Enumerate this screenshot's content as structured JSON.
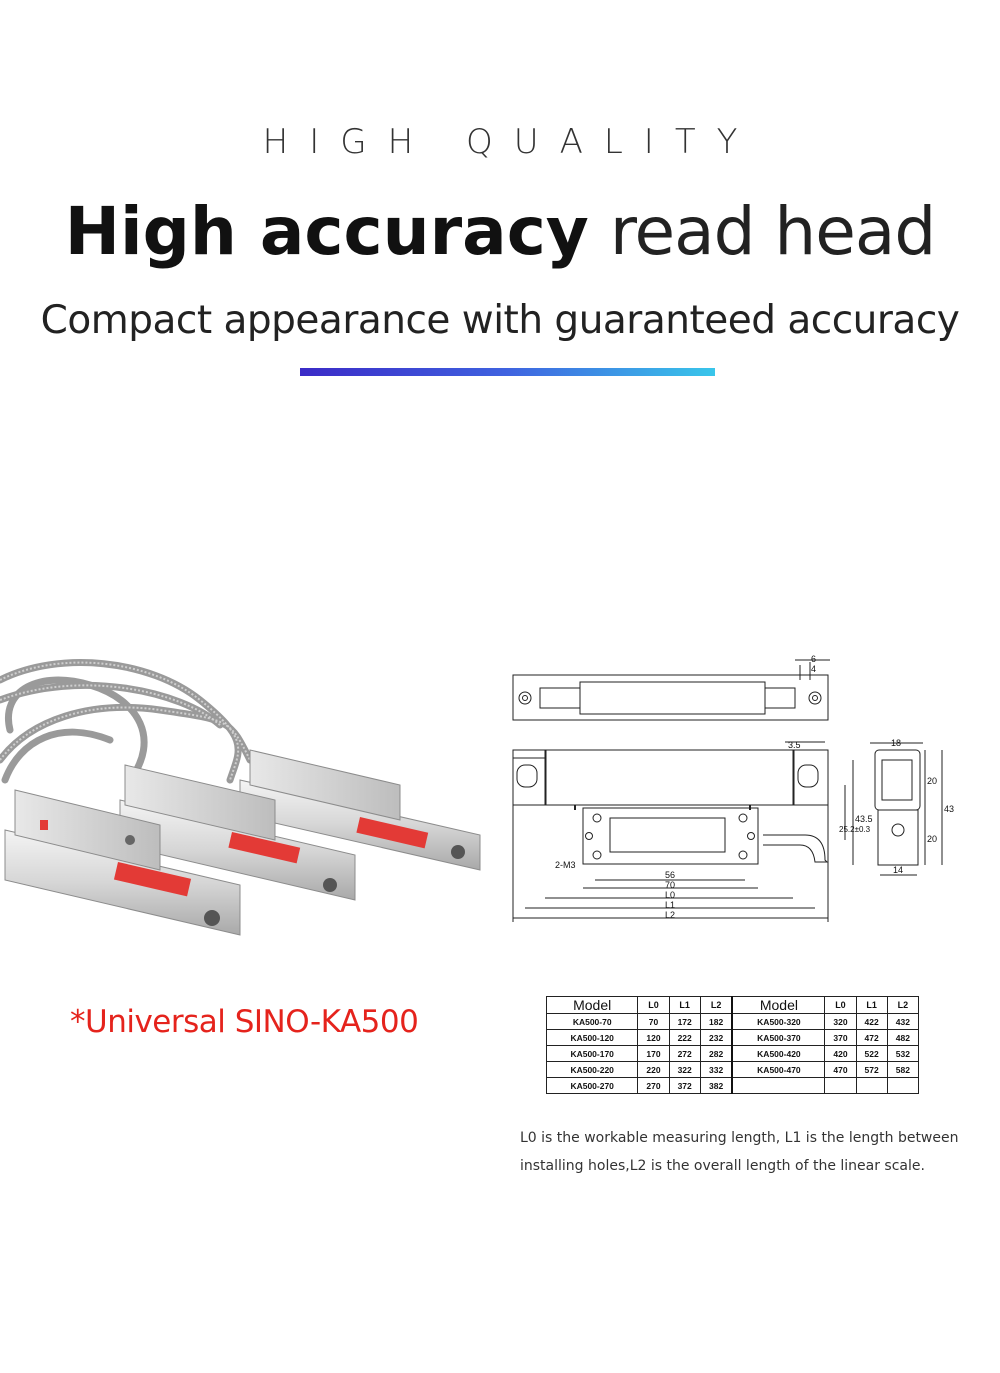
{
  "hero": {
    "kicker": "HIGH QUALITY",
    "title_bold": "High accuracy",
    "title_light": "read head",
    "subtitle": "Compact appearance with guaranteed accuracy"
  },
  "colors": {
    "accent_gradient": [
      "#3b2bc7",
      "#39c6ea"
    ],
    "model_label": "#e5231c",
    "connector_red": "#e33a36"
  },
  "product": {
    "model_label": "*Universal SINO-KA500"
  },
  "drawing": {
    "dims": [
      "6",
      "4",
      "3.5",
      "18",
      "20",
      "43.5",
      "25.2±0.3",
      "43",
      "20",
      "14",
      "2-M3",
      "56",
      "70",
      "L0",
      "L1",
      "L2"
    ]
  },
  "spec_table": {
    "headers": [
      "Model",
      "L0",
      "L1",
      "L2"
    ],
    "left_rows": [
      [
        "KA500-70",
        "70",
        "172",
        "182"
      ],
      [
        "KA500-120",
        "120",
        "222",
        "232"
      ],
      [
        "KA500-170",
        "170",
        "272",
        "282"
      ],
      [
        "KA500-220",
        "220",
        "322",
        "332"
      ],
      [
        "KA500-270",
        "270",
        "372",
        "382"
      ]
    ],
    "right_rows": [
      [
        "KA500-320",
        "320",
        "422",
        "432"
      ],
      [
        "KA500-370",
        "370",
        "472",
        "482"
      ],
      [
        "KA500-420",
        "420",
        "522",
        "532"
      ],
      [
        "KA500-470",
        "470",
        "572",
        "582"
      ],
      [
        "",
        "",
        "",
        ""
      ]
    ]
  },
  "note": {
    "line1": "L0 is the workable measuring length, L1 is the length between",
    "line2": "installing holes,L2 is the overall length of the linear scale."
  }
}
